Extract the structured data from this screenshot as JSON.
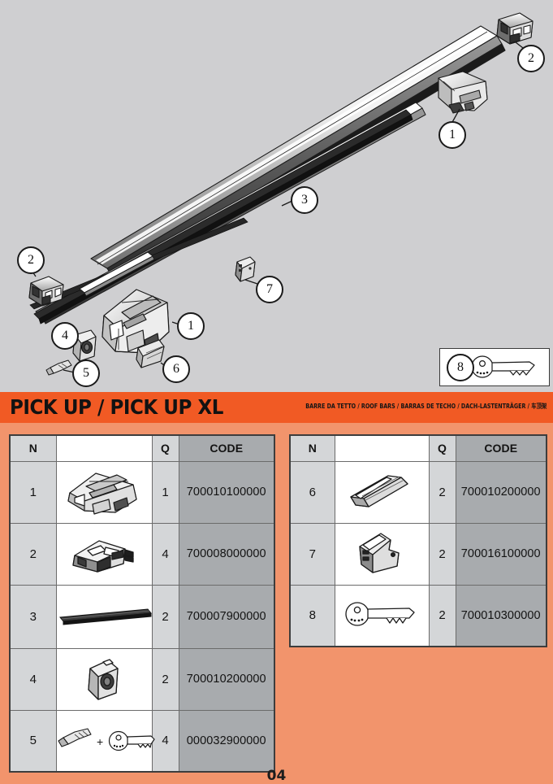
{
  "header": {
    "title": "PICK UP / PICK UP XL",
    "subtitle": "BARRE DA TETTO / ROOF BARS / BARRAS DE TECHO / DACH-LASTENTRÄGER / 车顶架"
  },
  "colors": {
    "band_orange": "#F15A24",
    "page_salmon": "#F2946C",
    "diagram_gray": "#CFCFD1",
    "code_cell_gray": "#A8ABAE",
    "label_cell_gray": "#D4D6D8"
  },
  "diagram": {
    "background_label": "exploded-roof-bar-assembly",
    "callouts": [
      {
        "id": "1",
        "label": "1"
      },
      {
        "id": "2",
        "label": "2"
      },
      {
        "id": "3",
        "label": "3"
      },
      {
        "id": "1b",
        "label": "1"
      },
      {
        "id": "2b",
        "label": "2"
      },
      {
        "id": "4",
        "label": "4"
      },
      {
        "id": "5",
        "label": "5"
      },
      {
        "id": "6",
        "label": "6"
      },
      {
        "id": "7",
        "label": "7"
      },
      {
        "id": "8",
        "label": "8"
      }
    ]
  },
  "tables": {
    "columns": {
      "n": "N",
      "image": "",
      "q": "Q",
      "code": "CODE"
    },
    "left": {
      "rows": [
        {
          "n": "1",
          "part": "roof-bar-foot",
          "q": "1",
          "code": "700010100000"
        },
        {
          "n": "2",
          "part": "end-cap-clamp",
          "q": "4",
          "code": "700008000000"
        },
        {
          "n": "3",
          "part": "rubber-strip",
          "q": "2",
          "code": "700007900000"
        },
        {
          "n": "4",
          "part": "lock-barrel-cover",
          "q": "2",
          "code": "700010200000"
        },
        {
          "n": "5",
          "part": "bolt-and-key",
          "q": "4",
          "code": "000032900000"
        }
      ]
    },
    "right": {
      "rows": [
        {
          "n": "6",
          "part": "plastic-cover-insert",
          "q": "2",
          "code": "700010200000"
        },
        {
          "n": "7",
          "part": "bracket-plate",
          "q": "2",
          "code": "700016100000"
        },
        {
          "n": "8",
          "part": "key",
          "q": "2",
          "code": "700010300000"
        }
      ]
    }
  },
  "footer": {
    "page_number": "04"
  }
}
